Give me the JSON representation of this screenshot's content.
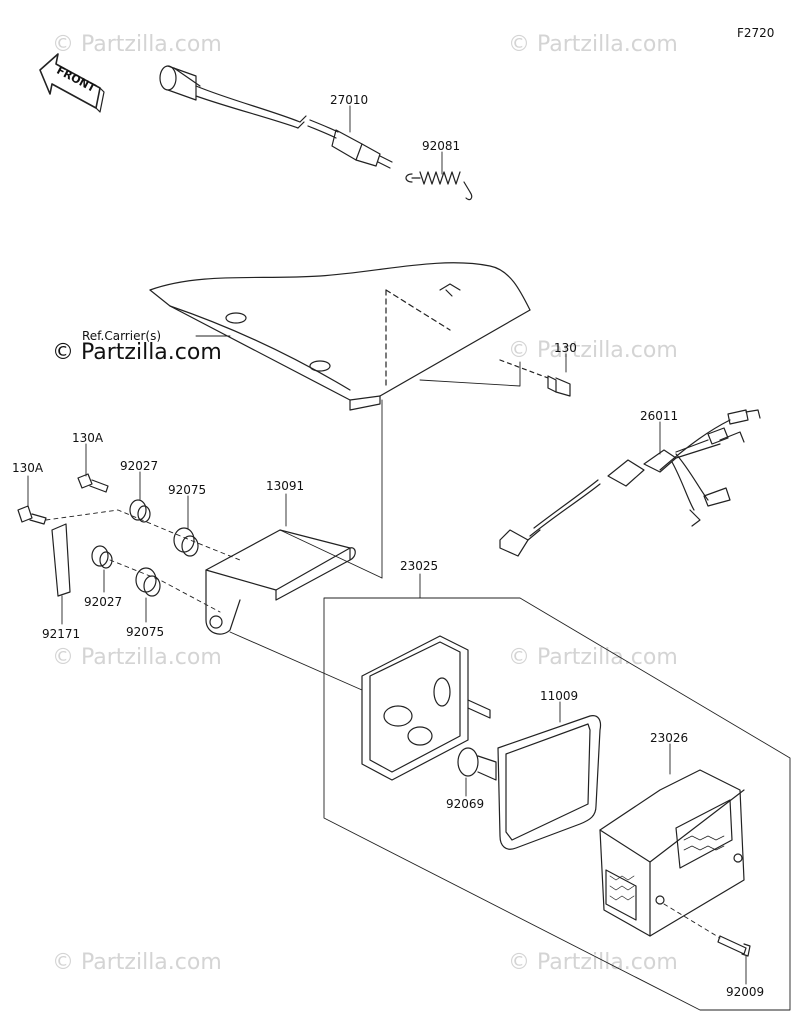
{
  "diagram_code": "F2720",
  "watermark": "© Partzilla.com",
  "front_label": "FRONT",
  "ref_label": "Ref.Carrier(s)",
  "parts": {
    "p27010": "27010",
    "p92081": "92081",
    "p130": "130",
    "p26011": "26011",
    "p130A_a": "130A",
    "p130A_b": "130A",
    "p92027_a": "92027",
    "p92027_b": "92027",
    "p92075_a": "92075",
    "p92075_b": "92075",
    "p13091": "13091",
    "p92171": "92171",
    "p23025": "23025",
    "p11009": "11009",
    "p23026": "23026",
    "p92069": "92069",
    "p92009": "92009"
  }
}
